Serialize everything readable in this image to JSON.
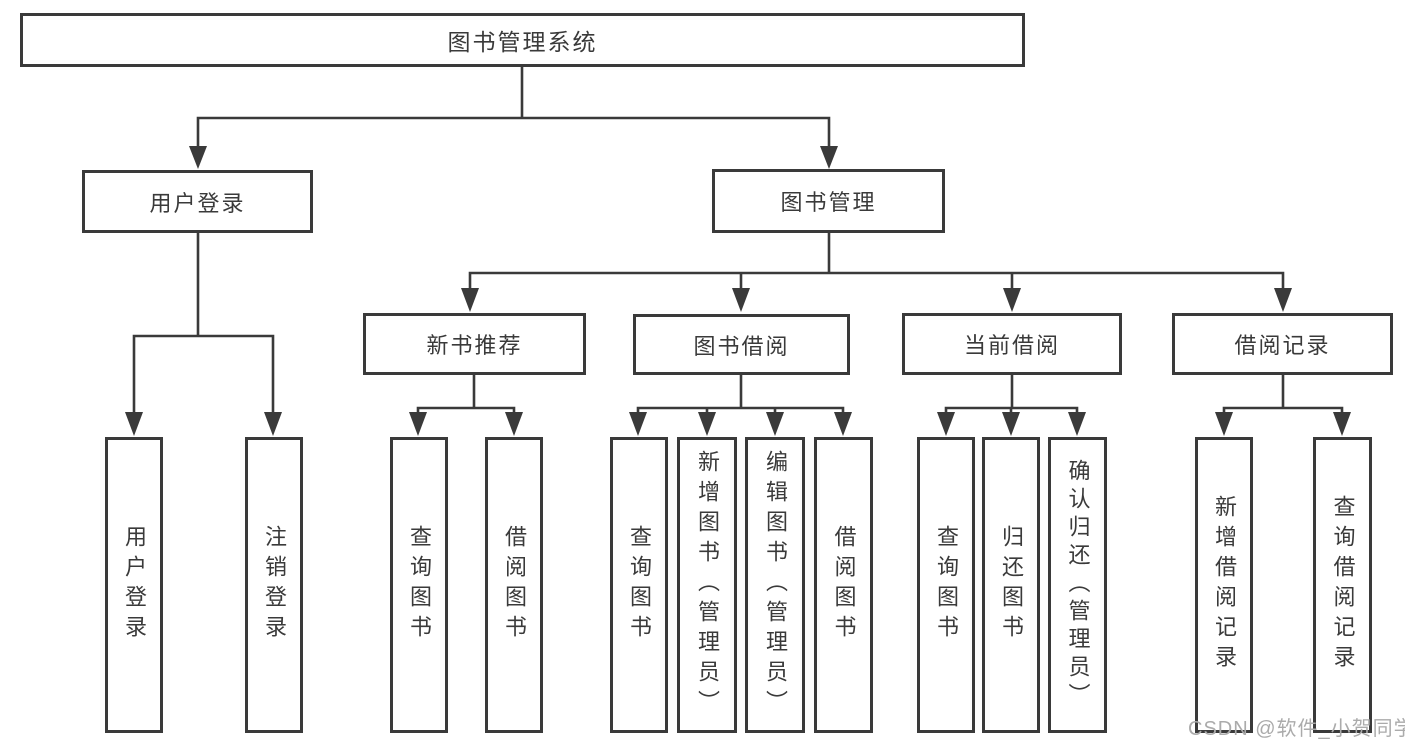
{
  "tree": {
    "root": {
      "label": "图书管理系统"
    },
    "branches": [
      {
        "label": "用户登录",
        "children": [
          {
            "label": "用户登录"
          },
          {
            "label": "注销登录"
          }
        ]
      },
      {
        "label": "图书管理",
        "sections": [
          {
            "label": "新书推荐",
            "children": [
              {
                "label": "查询图书"
              },
              {
                "label": "借阅图书"
              }
            ]
          },
          {
            "label": "图书借阅",
            "children": [
              {
                "label": "查询图书"
              },
              {
                "label": "新增图书（管理员）"
              },
              {
                "label": "编辑图书（管理员）"
              },
              {
                "label": "借阅图书"
              }
            ]
          },
          {
            "label": "当前借阅",
            "children": [
              {
                "label": "查询图书"
              },
              {
                "label": "归还图书"
              },
              {
                "label": "确认归还（管理员）"
              }
            ]
          },
          {
            "label": "借阅记录",
            "children": [
              {
                "label": "新增借阅记录"
              },
              {
                "label": "查询借阅记录"
              }
            ]
          }
        ]
      }
    ]
  },
  "watermark": {
    "text": "CSDN @软件_小贺同学"
  },
  "colors": {
    "line": "#3a3a3a",
    "text": "#3a3a3a",
    "watermark": "#ababab",
    "background": "#ffffff"
  }
}
